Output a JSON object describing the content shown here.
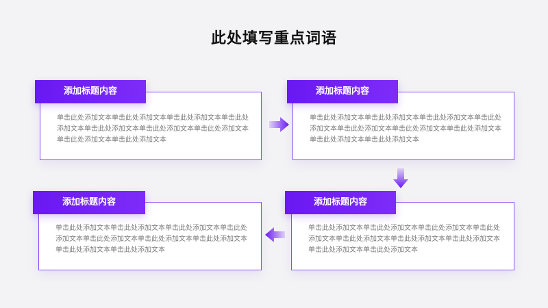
{
  "title": "此处填写重点词语",
  "steps": [
    {
      "label": "添加标题内容",
      "body": "单击此处添加文本单击此处添加文本单击此处添加文本单击此处添加文本单击此处添加文本单击此处添加文本单击此处添加文本单击此处添加文本单击此处添加文本"
    },
    {
      "label": "添加标题内容",
      "body": "单击此处添加文本单击此处添加文本单击此处添加文本单击此处添加文本单击此处添加文本单击此处添加文本单击此处添加文本单击此处添加文本单击此处添加文本"
    },
    {
      "label": "添加标题内容",
      "body": "单击此处添加文本单击此处添加文本单击此处添加文本单击此处添加文本单击此处添加文本单击此处添加文本单击此处添加文本单击此处添加文本单击此处添加文本"
    },
    {
      "label": "添加标题内容",
      "body": "单击此处添加文本单击此处添加文本单击此处添加文本单击此处添加文本单击此处添加文本单击此处添加文本单击此处添加文本单击此处添加文本单击此处添加文本"
    }
  ],
  "colors": {
    "accent": "#6a18f2",
    "border": "#8a4cf0",
    "body_text": "#7d7d7d"
  }
}
